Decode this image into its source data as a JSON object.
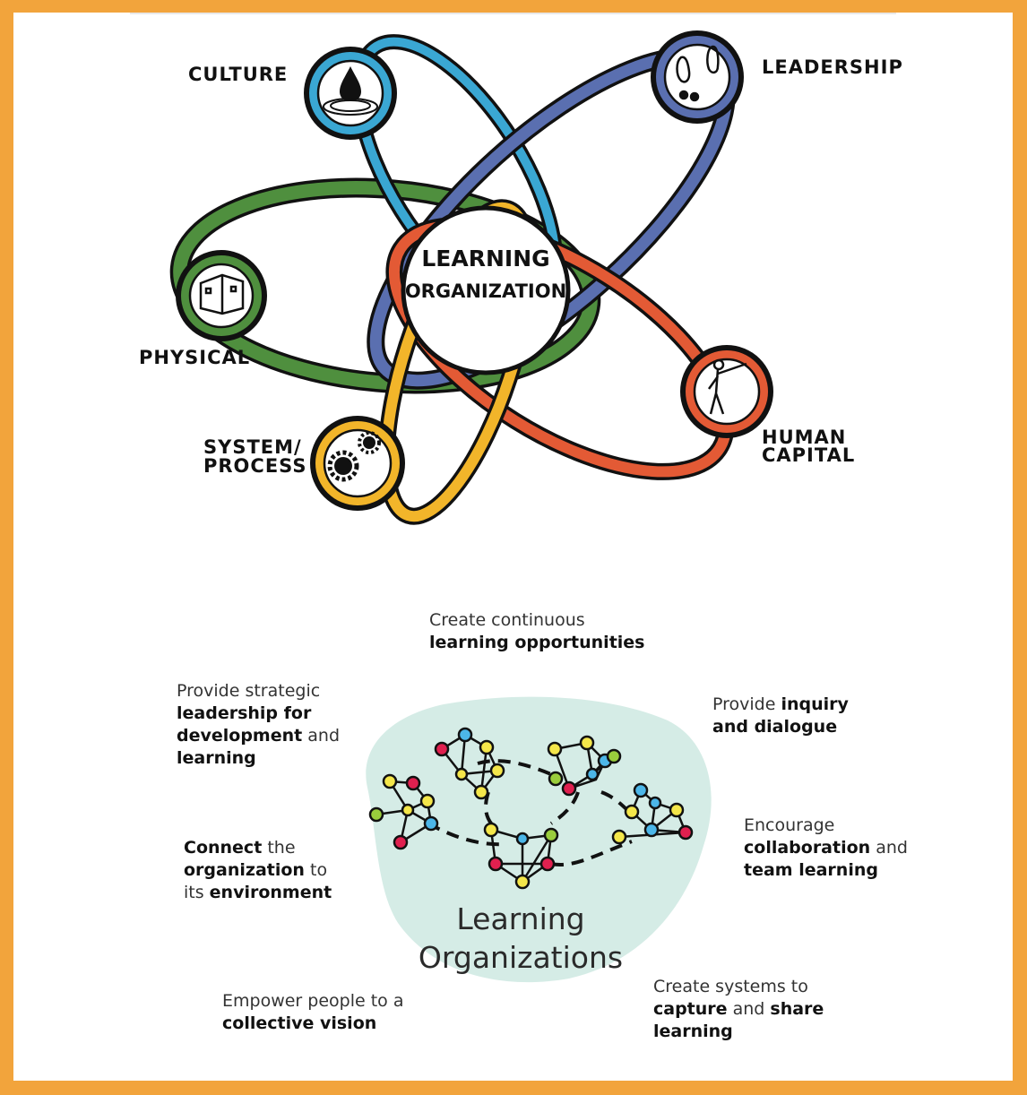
{
  "top_diagram": {
    "center_line1": "LEARNING",
    "center_line2": "ORGANIZATION",
    "nodes": [
      {
        "key": "culture",
        "label_lines": [
          "CULTURE"
        ],
        "icon": "water-drop-icon",
        "color": "#3aa7d3"
      },
      {
        "key": "leadership",
        "label_lines": [
          "LEADERSHIP"
        ],
        "icon": "footprints-icon",
        "color": "#5a6fb0"
      },
      {
        "key": "physical",
        "label_lines": [
          "PHYSICAL"
        ],
        "icon": "building-icon",
        "color": "#4f8f3e"
      },
      {
        "key": "human_capital",
        "label_lines": [
          "HUMAN",
          "CAPITAL"
        ],
        "icon": "person-pointing-icon",
        "color": "#e35a35"
      },
      {
        "key": "system_process",
        "label_lines": [
          "SYSTEM/",
          "PROCESS"
        ],
        "icon": "gears-icon",
        "color": "#f2b52a"
      }
    ]
  },
  "bottom_diagram": {
    "title_line1": "Learning",
    "title_line2": "Organizations",
    "blob_color": "#d5ece6",
    "captions": [
      {
        "key": "continuous",
        "parts": [
          {
            "t": "Create continuous",
            "b": false,
            "br": true
          },
          {
            "t": "learning opportunities",
            "b": true
          }
        ]
      },
      {
        "key": "strategic",
        "parts": [
          {
            "t": "Provide strategic",
            "b": false,
            "br": true
          },
          {
            "t": "leadership for",
            "b": true,
            "br": true
          },
          {
            "t": "development",
            "b": true
          },
          {
            "t": " and",
            "b": false,
            "br": true
          },
          {
            "t": "learning",
            "b": true
          }
        ]
      },
      {
        "key": "inquiry",
        "parts": [
          {
            "t": "Provide ",
            "b": false
          },
          {
            "t": "inquiry",
            "b": true,
            "br": true
          },
          {
            "t": "and dialogue",
            "b": true
          }
        ]
      },
      {
        "key": "collaboration",
        "parts": [
          {
            "t": "Encourage",
            "b": false,
            "br": true
          },
          {
            "t": "collaboration",
            "b": true
          },
          {
            "t": " and",
            "b": false,
            "br": true
          },
          {
            "t": "team learning",
            "b": true
          }
        ]
      },
      {
        "key": "connect",
        "parts": [
          {
            "t": "Connect",
            "b": true
          },
          {
            "t": " the",
            "b": false,
            "br": true
          },
          {
            "t": "organization",
            "b": true
          },
          {
            "t": " to",
            "b": false,
            "br": true
          },
          {
            "t": "its ",
            "b": false
          },
          {
            "t": "environment",
            "b": true
          }
        ]
      },
      {
        "key": "empower",
        "parts": [
          {
            "t": "Empower people to a",
            "b": false,
            "br": true
          },
          {
            "t": "collective vision",
            "b": true
          }
        ]
      },
      {
        "key": "systems",
        "parts": [
          {
            "t": "Create systems to",
            "b": false,
            "br": true
          },
          {
            "t": "capture",
            "b": true
          },
          {
            "t": " and ",
            "b": false
          },
          {
            "t": "share",
            "b": true,
            "br": true
          },
          {
            "t": "learning",
            "b": true
          }
        ]
      }
    ]
  }
}
